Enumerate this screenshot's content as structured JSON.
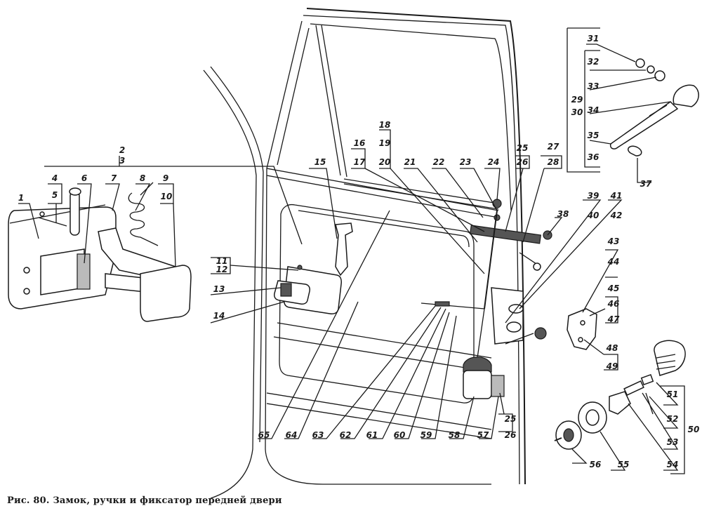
{
  "figure": {
    "caption": "Рис. 80. Замок, ручки и фиксатор передней двери",
    "caption_number": "80",
    "caption_title": "Замок, ручки и фиксатор передней двери"
  },
  "callouts": [
    {
      "id": "1",
      "label": "1"
    },
    {
      "id": "2",
      "label": "2"
    },
    {
      "id": "3",
      "label": "3"
    },
    {
      "id": "4",
      "label": "4"
    },
    {
      "id": "5",
      "label": "5"
    },
    {
      "id": "6",
      "label": "6"
    },
    {
      "id": "7",
      "label": "7"
    },
    {
      "id": "8",
      "label": "8"
    },
    {
      "id": "9",
      "label": "9"
    },
    {
      "id": "10",
      "label": "10"
    },
    {
      "id": "11",
      "label": "11"
    },
    {
      "id": "12",
      "label": "12"
    },
    {
      "id": "13",
      "label": "13"
    },
    {
      "id": "14",
      "label": "14"
    },
    {
      "id": "15",
      "label": "15"
    },
    {
      "id": "16",
      "label": "16"
    },
    {
      "id": "17",
      "label": "17"
    },
    {
      "id": "18",
      "label": "18"
    },
    {
      "id": "19",
      "label": "19"
    },
    {
      "id": "20",
      "label": "20"
    },
    {
      "id": "21",
      "label": "21"
    },
    {
      "id": "22",
      "label": "22"
    },
    {
      "id": "23",
      "label": "23"
    },
    {
      "id": "24",
      "label": "24"
    },
    {
      "id": "25",
      "label": "25"
    },
    {
      "id": "26",
      "label": "26"
    },
    {
      "id": "27",
      "label": "27"
    },
    {
      "id": "28",
      "label": "28"
    },
    {
      "id": "29",
      "label": "29"
    },
    {
      "id": "30",
      "label": "30"
    },
    {
      "id": "31",
      "label": "31"
    },
    {
      "id": "32",
      "label": "32"
    },
    {
      "id": "33",
      "label": "33"
    },
    {
      "id": "34",
      "label": "34"
    },
    {
      "id": "35",
      "label": "35"
    },
    {
      "id": "36",
      "label": "36"
    },
    {
      "id": "37",
      "label": "37"
    },
    {
      "id": "38",
      "label": "38"
    },
    {
      "id": "39",
      "label": "39"
    },
    {
      "id": "40",
      "label": "40"
    },
    {
      "id": "41",
      "label": "41"
    },
    {
      "id": "42",
      "label": "42"
    },
    {
      "id": "43",
      "label": "43"
    },
    {
      "id": "44",
      "label": "44"
    },
    {
      "id": "45",
      "label": "45"
    },
    {
      "id": "46",
      "label": "46"
    },
    {
      "id": "47",
      "label": "47"
    },
    {
      "id": "48",
      "label": "48"
    },
    {
      "id": "49",
      "label": "49"
    },
    {
      "id": "50",
      "label": "50"
    },
    {
      "id": "51",
      "label": "51"
    },
    {
      "id": "52",
      "label": "52"
    },
    {
      "id": "53",
      "label": "53"
    },
    {
      "id": "54",
      "label": "54"
    },
    {
      "id": "55",
      "label": "55"
    },
    {
      "id": "56",
      "label": "56"
    },
    {
      "id": "57",
      "label": "57"
    },
    {
      "id": "58",
      "label": "58"
    },
    {
      "id": "59",
      "label": "59"
    },
    {
      "id": "60",
      "label": "60"
    },
    {
      "id": "61",
      "label": "61"
    },
    {
      "id": "62",
      "label": "62"
    },
    {
      "id": "63",
      "label": "63"
    },
    {
      "id": "64",
      "label": "64"
    },
    {
      "id": "65",
      "label": "65"
    },
    {
      "id": "25b",
      "label": "25"
    },
    {
      "id": "26b",
      "label": "26"
    }
  ],
  "assemblies": {
    "door_check": {
      "parts": [
        "1",
        "4",
        "5",
        "6",
        "7",
        "8",
        "9",
        "10"
      ],
      "group_labels": [
        "2",
        "3"
      ]
    },
    "inner_handle": {
      "parts": [
        "11",
        "12",
        "13",
        "14"
      ]
    },
    "outer_handle": {
      "parts": [
        "31",
        "32",
        "33",
        "34",
        "35",
        "36",
        "37"
      ],
      "group_labels": [
        "29",
        "30"
      ]
    },
    "lock_cylinder": {
      "parts": [
        "51",
        "52",
        "53",
        "54",
        "55",
        "56"
      ],
      "group_labels": [
        "50"
      ]
    }
  }
}
